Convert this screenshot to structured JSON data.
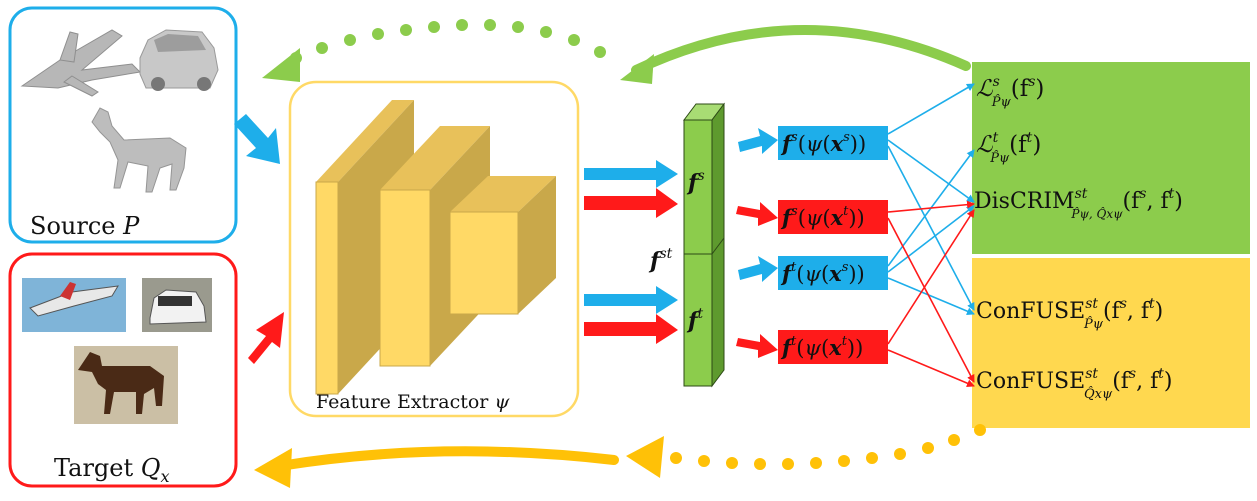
{
  "source": {
    "label": "Source",
    "symbol": "P",
    "images": [
      "airplane-render",
      "car-render",
      "horse-render"
    ]
  },
  "target": {
    "label": "Target",
    "symbol": "Q",
    "symbol_sub": "x",
    "images": [
      "airplane-photo",
      "car-photo",
      "horse-photo"
    ]
  },
  "extractor": {
    "label": "Feature Extractor",
    "symbol": "ψ"
  },
  "feature_bar": {
    "top": "f",
    "top_sup": "s",
    "bottom": "f",
    "bottom_sup": "t",
    "joint": "f",
    "joint_sup": "st"
  },
  "features": [
    {
      "f": "f",
      "f_sup": "s",
      "psi": "ψ",
      "x": "x",
      "x_sup": "s",
      "color": "#1eaeea"
    },
    {
      "f": "f",
      "f_sup": "s",
      "psi": "ψ",
      "x": "x",
      "x_sup": "t",
      "color": "#ff1a1a"
    },
    {
      "f": "f",
      "f_sup": "t",
      "psi": "ψ",
      "x": "x",
      "x_sup": "s",
      "color": "#1eaeea"
    },
    {
      "f": "f",
      "f_sup": "t",
      "psi": "ψ",
      "x": "x",
      "x_sup": "t",
      "color": "#ff1a1a"
    }
  ],
  "losses_green": [
    {
      "sym": "ℒ",
      "sup": "s",
      "sub": "P̂ψ",
      "arg": "(f",
      "arg_sup": "s",
      "arg_end": ")"
    },
    {
      "sym": "ℒ",
      "sup": "t",
      "sub": "P̂ψ",
      "arg": "(f",
      "arg_sup": "t",
      "arg_end": ")"
    },
    {
      "sym": "DisCRIM",
      "sup": "st",
      "sub": "P̂ψ, Q̂xψ",
      "arg": "(f",
      "arg_sup": "s",
      "arg_mid": ", f",
      "arg_sup2": "t",
      "arg_end": ")"
    }
  ],
  "losses_yellow": [
    {
      "sym": "ConFUSE",
      "sup": "st",
      "sub": "P̂ψ",
      "arg": "(f",
      "arg_sup": "s",
      "arg_mid": ", f",
      "arg_sup2": "t",
      "arg_end": ")"
    },
    {
      "sym": "ConFUSE",
      "sup": "st",
      "sub": "Q̂xψ",
      "arg": "(f",
      "arg_sup": "s",
      "arg_mid": ", f",
      "arg_sup2": "t",
      "arg_end": ")"
    }
  ],
  "colors": {
    "source": "#1eaeea",
    "target": "#ff1a1a",
    "green": "#8ccc4c",
    "yellow": "#ffd84f",
    "block_front": "#ffd966",
    "block_side": "#c9a84a",
    "bar_green": "#8ccc4c"
  }
}
